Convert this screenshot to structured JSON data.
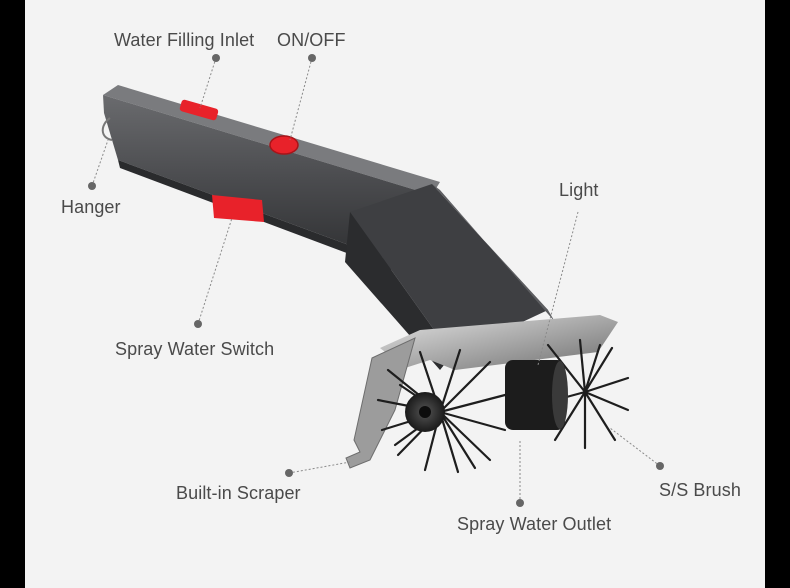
{
  "labels": {
    "water_filling_inlet": "Water Filling Inlet",
    "on_off": "ON/OFF",
    "light": "Light",
    "hanger": "Hanger",
    "spray_water_switch": "Spray Water Switch",
    "built_in_scraper": "Built-in Scraper",
    "ss_brush": "S/S Brush",
    "spray_water_outlet": "Spray Water Outlet"
  },
  "colors": {
    "background": "#000000",
    "panel": "#f3f3f3",
    "handle": "#4a4b4d",
    "accent_red": "#e8222a",
    "steel": "#b9b9b9",
    "label_text": "#4a4a4a"
  }
}
